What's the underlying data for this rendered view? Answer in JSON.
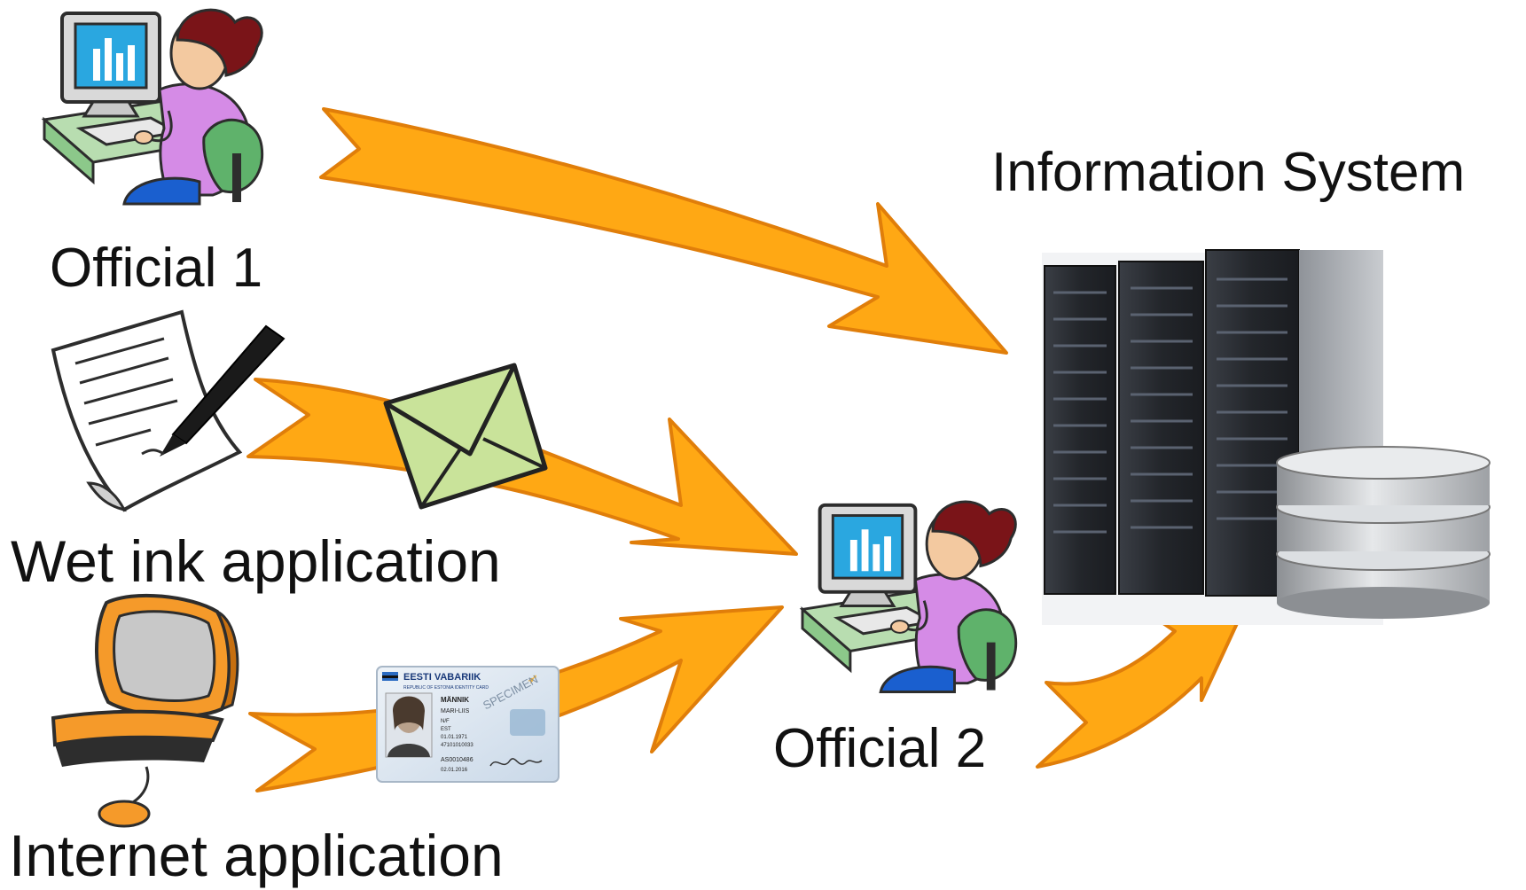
{
  "labels": {
    "official_1": "Official 1",
    "wet_ink_application": "Wet ink application",
    "internet_application": "Internet application",
    "official_2": "Official 2",
    "information_system": "Information System"
  },
  "id_card": {
    "header": "EESTI VABARIIK",
    "subheader": "REPUBLIC OF ESTONIA IDENTITY CARD",
    "surname": "MÄNNIK",
    "given_name": "MARI-LIIS",
    "sex": "N/F",
    "nationality": "EST",
    "birth_date": "01.01.1971",
    "personal_code": "47101010033",
    "document_number": "AS0010486",
    "expiry": "02.01.2016",
    "watermark": "SPECIMEN"
  },
  "colors": {
    "arrow_fill": "#FFA814",
    "arrow_stroke": "#E07E0A",
    "envelope": "#C9E39A",
    "person_shirt": "#D58BE6",
    "person_hair": "#7A1418",
    "chair": "#5FB26B",
    "monitor_screen": "#2AA7E0",
    "computer_orange": "#F59A2A",
    "server": "#2A2D33"
  }
}
